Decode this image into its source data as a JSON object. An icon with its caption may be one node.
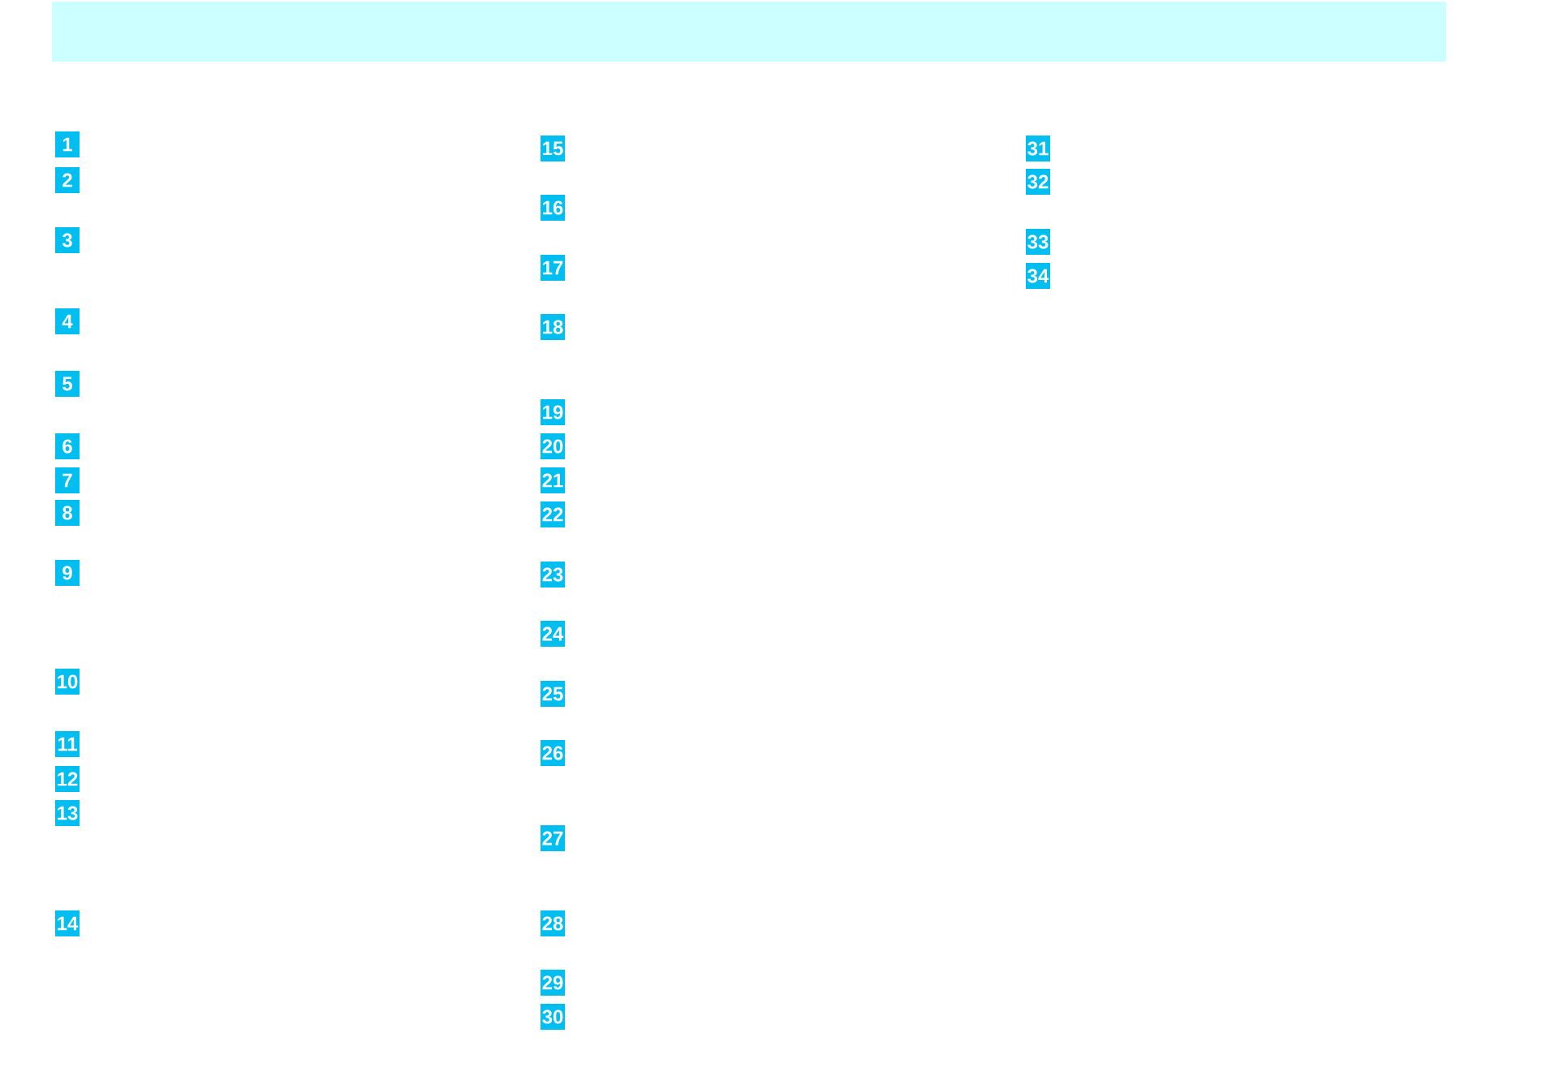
{
  "diagram": {
    "labels": [
      "1",
      "2",
      "3",
      "4",
      "5",
      "6",
      "7",
      "8",
      "9",
      "10",
      "11",
      "12",
      "13",
      "14",
      "15",
      "16",
      "17",
      "18",
      "19",
      "20",
      "21",
      "22",
      "23",
      "24",
      "25",
      "26",
      "27",
      "28",
      "29",
      "30",
      "31",
      "32",
      "33",
      "34"
    ]
  }
}
